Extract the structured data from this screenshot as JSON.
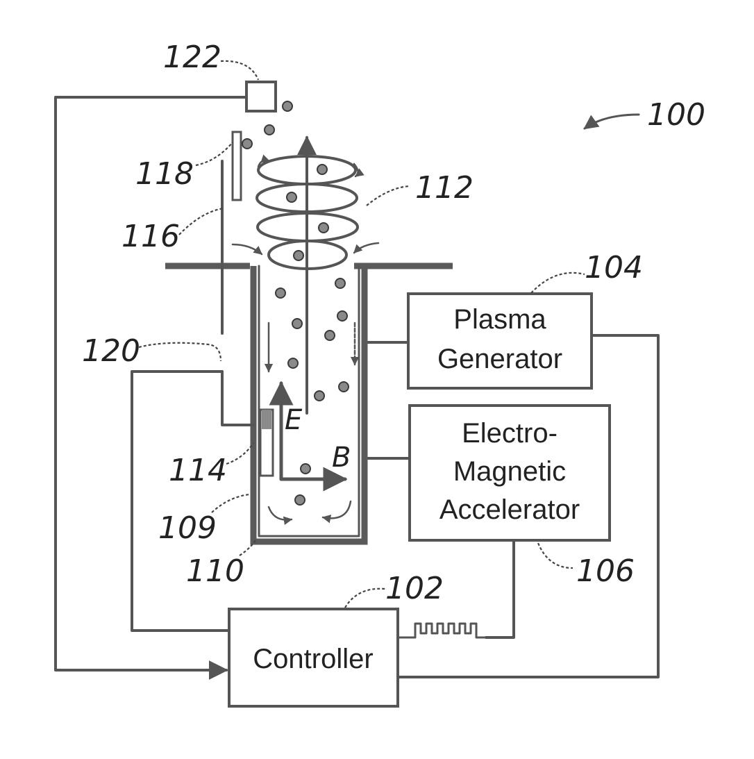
{
  "figure_label": "100",
  "boxes": {
    "controller": {
      "ref": "102",
      "lines": [
        "Controller"
      ]
    },
    "plasma_generator": {
      "ref": "104",
      "lines": [
        "Plasma",
        "Generator"
      ]
    },
    "accelerator": {
      "ref": "106",
      "lines": [
        "Electro-",
        "Magnetic",
        "Accelerator"
      ]
    }
  },
  "refs": {
    "outer_wall": "109",
    "chamber": "110",
    "vortex": "112",
    "probe": "114",
    "side_tube": "116",
    "collector_plate": "118",
    "inlet": "120",
    "sensor": "122"
  },
  "vectors": {
    "e_field": "E",
    "b_field": "B"
  },
  "colors": {
    "line": "#555555",
    "text": "#222222",
    "particle": "#8a8a8a"
  }
}
